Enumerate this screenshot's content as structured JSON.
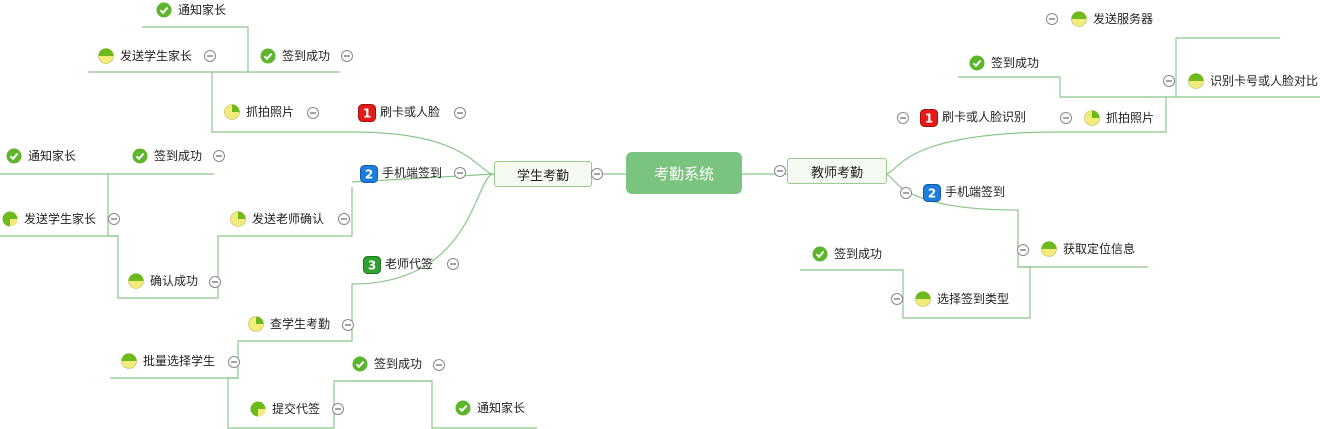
{
  "colors": {
    "line": "#8bc78b",
    "root_fill": "#7bc47f",
    "check": "#5cb52c",
    "pie_green": "#6cba1e",
    "pie_yellow": "#f3eb7a",
    "badge_red": "#e21b1b",
    "badge_blue": "#1e7ee0",
    "badge_green": "#2ea12e"
  },
  "root": {
    "label": "考勤系统"
  },
  "main": {
    "student": "学生考勤",
    "teacher": "教师考勤"
  },
  "nodes": {
    "s_notify_top": "通知家长",
    "s_send_parent": "发送学生家长",
    "s_success_top": "签到成功",
    "s_photo": "抓拍照片",
    "s_swipe": "刷卡或人脸",
    "s_l2_notify": "通知家长",
    "s_l2_success": "签到成功",
    "s_mobile": "手机端签到",
    "s_l2_send_parent": "发送学生家长",
    "s_send_teacher": "发送老师确认",
    "s_confirm_ok": "确认成功",
    "s_teacher_sub": "老师代签",
    "s_check_att": "查学生考勤",
    "s_batch": "批量选择学生",
    "s_submit": "提交代签",
    "s_b_success": "签到成功",
    "s_b_notify": "通知家长",
    "t_send_server": "发送服务器",
    "t_success_top": "签到成功",
    "t_recognize": "识别卡号或人脸对比",
    "t_swipe": "刷卡或人脸识别",
    "t_photo": "抓拍照片",
    "t_mobile": "手机端签到",
    "t_location": "获取定位信息",
    "t_success_b": "签到成功",
    "t_select_type": "选择签到类型"
  },
  "badges": {
    "one": "1",
    "two": "2",
    "three": "3"
  },
  "icons": {
    "check": "check-icon",
    "pie_quarter": "quarter-pie-icon",
    "pie_half": "half-pie-icon",
    "pie_three": "three-quarter-pie-icon",
    "collapse": "minus-circle-icon"
  }
}
